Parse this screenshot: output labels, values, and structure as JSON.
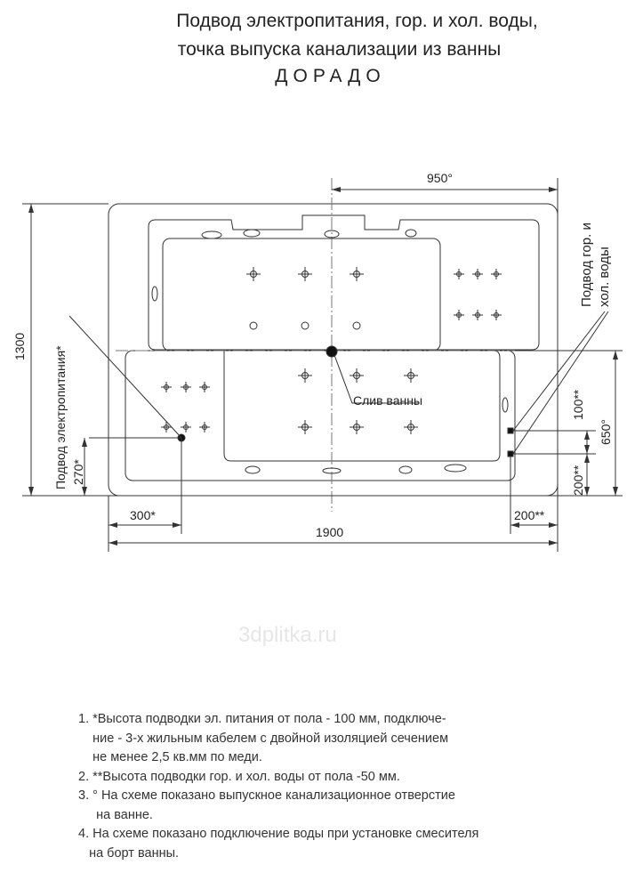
{
  "title": {
    "line1": "Подвод электропитания, гор. и хол. воды,",
    "line2": "точка выпуска канализации из ванны",
    "model": "ДОРАДО"
  },
  "drawing": {
    "dim_width_total": "1900",
    "dim_height_total": "1300",
    "dim_drain_offset": "950°",
    "dim_power_x": "300*",
    "dim_power_y": "270*",
    "dim_water_x": "200**",
    "dim_water_y_lower": "200**",
    "dim_water_y_upper": "100**",
    "dim_drain_y": "650°",
    "label_power": "Подвод электропитания*",
    "label_water_line1": "Подвод гор. и",
    "label_water_line2": "хол. воды",
    "label_drain": "Слив ванны"
  },
  "notes": [
    "1. *Высота подводки эл. питания от пола - 100 мм, подключе-",
    "    ние - 3-х жильным кабелем с двойной изоляцией сечением",
    "    не менее 2,5 кв.мм по меди.",
    "2. **Высота подводки гор. и хол. воды от пола -50 мм.",
    "3. ° На схеме показано выпускное канализационное отверстие",
    "     на ванне.",
    "4. На схеме показано подключение воды при установке смесителя",
    "   на борт ванны."
  ],
  "watermark": "3dplitka.ru"
}
